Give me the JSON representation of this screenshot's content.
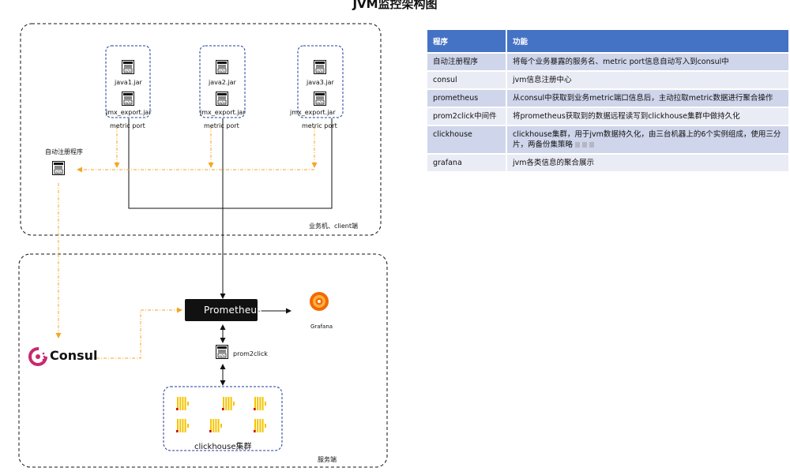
{
  "title": "JVM监控架构图",
  "diagram": {
    "apps": [
      {
        "jar": "java1.jar",
        "exporter": "jmx_export.jar",
        "port": "metric port"
      },
      {
        "jar": "java2.jar",
        "exporter": "jmx_export.jar",
        "port": "metric port"
      },
      {
        "jar": "java3.jar",
        "exporter": "jmx_export.jar",
        "port": "metric port"
      }
    ],
    "auto_register": "自动注册程序",
    "client_zone": "业务机、client端",
    "server_zone": "服务端",
    "prometheus": "Prometheus",
    "grafana": "Grafana",
    "consul": "Consul",
    "prom2click": "prom2click",
    "clickhouse": "clickhouse集群"
  },
  "table": {
    "headers": [
      "程序",
      "功能"
    ],
    "rows": [
      {
        "name": "自动注册程序",
        "desc": "将每个业务暴露的服务名、metric port信息自动写入到consul中"
      },
      {
        "name": "consul",
        "desc": "jvm信息注册中心"
      },
      {
        "name": "prometheus",
        "desc": "从consul中获取到业务metric端口信息后，主动拉取metric数据进行聚合操作"
      },
      {
        "name": "prom2click中间件",
        "desc": "将prometheus获取到的数据远程读写到clickhouse集群中做持久化"
      },
      {
        "name": "clickhouse",
        "desc": "clickhouse集群，用于jvm数据持久化，由三台机器上的6个实例组成，使用三分片，两备份集策略"
      },
      {
        "name": "grafana",
        "desc": "jvm各类信息的聚合展示"
      }
    ]
  },
  "colors": {
    "table_header": "#4472c4",
    "row_odd": "#cfd5ea",
    "row_even": "#e9ebf5",
    "orange_dash": "#f5a623",
    "consul_red": "#c62a71",
    "clickhouse_yellow": "#f5c400",
    "prometheus_bg": "#111111"
  },
  "icons": [
    "file-code-icon",
    "prometheus-flame-icon",
    "grafana-icon",
    "consul-icon",
    "clickhouse-icon"
  ]
}
